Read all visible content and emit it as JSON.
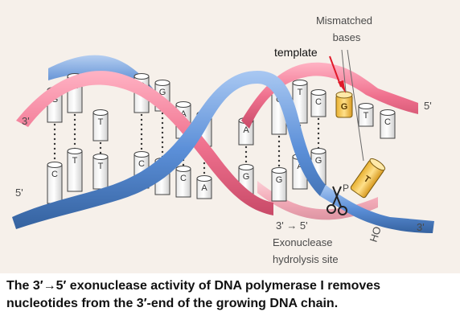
{
  "labels": {
    "mismatched_bases": [
      "Mismatched",
      "bases"
    ],
    "template": "template",
    "end_3_left": "3'",
    "end_5_left": "5'",
    "end_5_right": "5'",
    "end_3_right": "3'",
    "exonuclease_direction": "3' → 5'",
    "exonuclease": "Exonuclease",
    "hydrolysis_site": "hydrolysis site",
    "released_group": "HO",
    "phosphate": "P"
  },
  "bases": {
    "top_strand": [
      "G",
      "A",
      "C",
      "G",
      "A",
      "G",
      "C",
      "T",
      "C",
      "G",
      "T",
      "C"
    ],
    "bottom_strand": [
      "C",
      "T",
      "T",
      "C",
      "T",
      "C",
      "A",
      "G",
      "G",
      "A",
      "G"
    ],
    "released_base": "T"
  },
  "caption": {
    "line1": "The 3′→5′ exonuclease activity of DNA polymerase I removes",
    "line2": "nucleotides from the 3′-end of the growing DNA chain."
  },
  "colors": {
    "template_strand": "#f07a95",
    "new_strand": "#5b8fd8",
    "mismatch": "#f0c04a",
    "arrow": "#e01a2a"
  }
}
